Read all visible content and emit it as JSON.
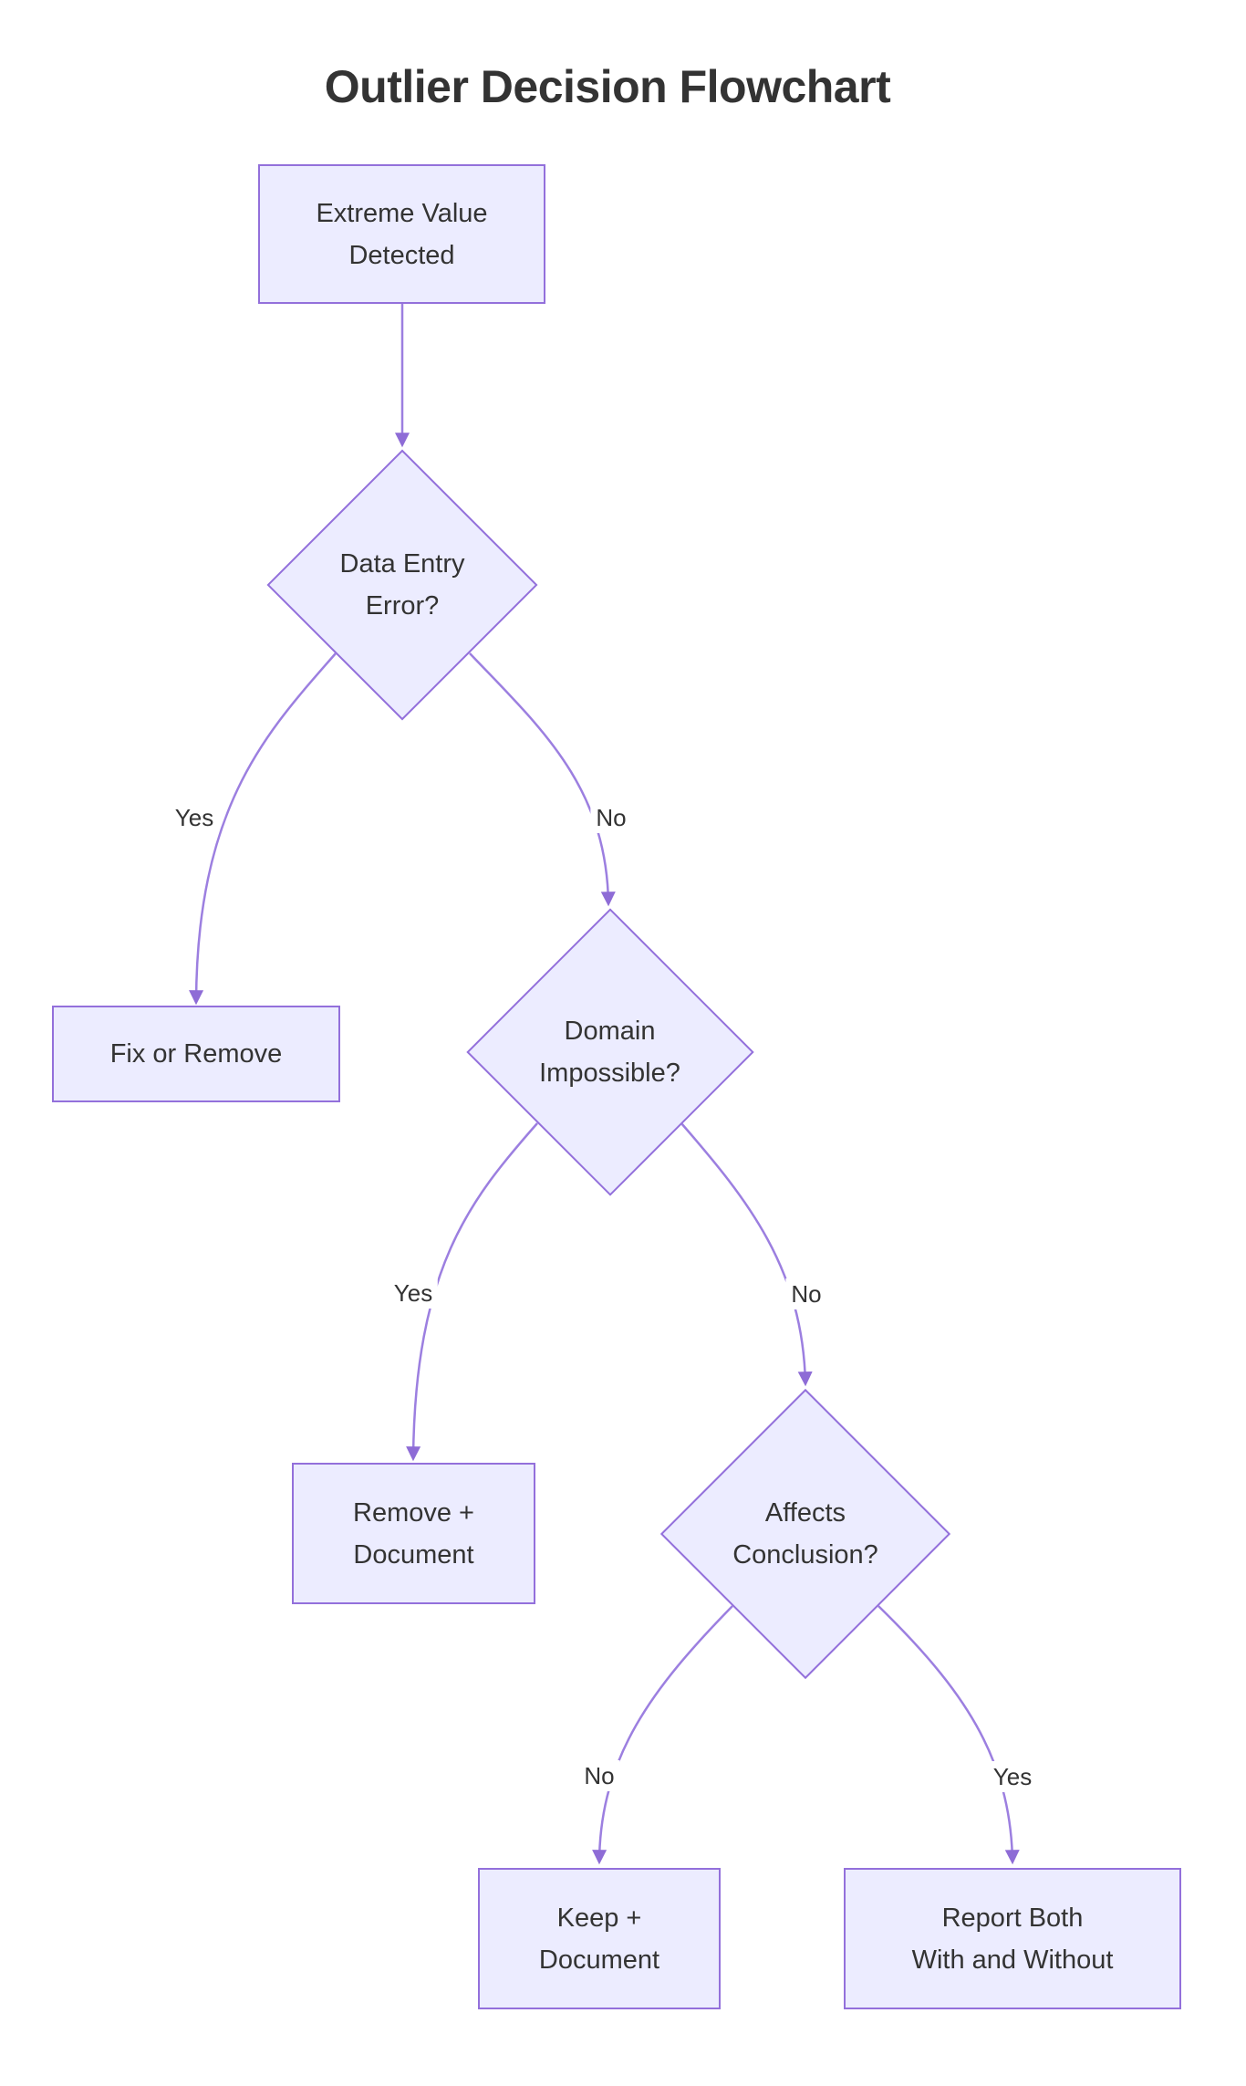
{
  "title": "Outlier Decision Flowchart",
  "theme": {
    "background": "#FFFFFF",
    "node_fill": "#ECECFF",
    "node_border": "#9370DB",
    "edge_color": "#9C7FE0",
    "arrow_color": "#8E6CD6",
    "text_color": "#333333"
  },
  "nodes": [
    {
      "id": "A",
      "shape": "rectangle",
      "label": "Extreme Value\nDetected"
    },
    {
      "id": "B",
      "shape": "diamond",
      "label": "Data Entry\nError?"
    },
    {
      "id": "C",
      "shape": "rectangle",
      "label": "Fix or Remove"
    },
    {
      "id": "D",
      "shape": "diamond",
      "label": "Domain\nImpossible?"
    },
    {
      "id": "E",
      "shape": "rectangle",
      "label": "Remove +\nDocument"
    },
    {
      "id": "F",
      "shape": "diamond",
      "label": "Affects\nConclusion?"
    },
    {
      "id": "G",
      "shape": "rectangle",
      "label": "Keep +\nDocument"
    },
    {
      "id": "H",
      "shape": "rectangle",
      "label": "Report Both\nWith and Without"
    }
  ],
  "edges": [
    {
      "from": "Extreme Value Detected",
      "to": "Data Entry Error?",
      "label": ""
    },
    {
      "from": "Data Entry Error?",
      "to": "Fix or Remove",
      "label": "Yes"
    },
    {
      "from": "Data Entry Error?",
      "to": "Domain Impossible?",
      "label": "No"
    },
    {
      "from": "Domain Impossible?",
      "to": "Remove + Document",
      "label": "Yes"
    },
    {
      "from": "Domain Impossible?",
      "to": "Affects Conclusion?",
      "label": "No"
    },
    {
      "from": "Affects Conclusion?",
      "to": "Keep + Document",
      "label": "No"
    },
    {
      "from": "Affects Conclusion?",
      "to": "Report Both With and Without",
      "label": "Yes"
    }
  ]
}
